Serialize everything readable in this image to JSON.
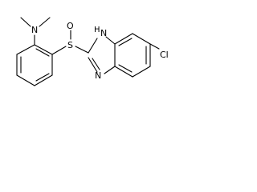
{
  "molecule": {
    "atoms": {
      "nitrogen_dimethyl": "N",
      "sulfur": "S",
      "sulfoxide_oxygen": "O",
      "imidazole_nh": "H",
      "imidazole_nh_n": "N",
      "imidazole_n": "N",
      "chlorine": "Cl"
    }
  }
}
